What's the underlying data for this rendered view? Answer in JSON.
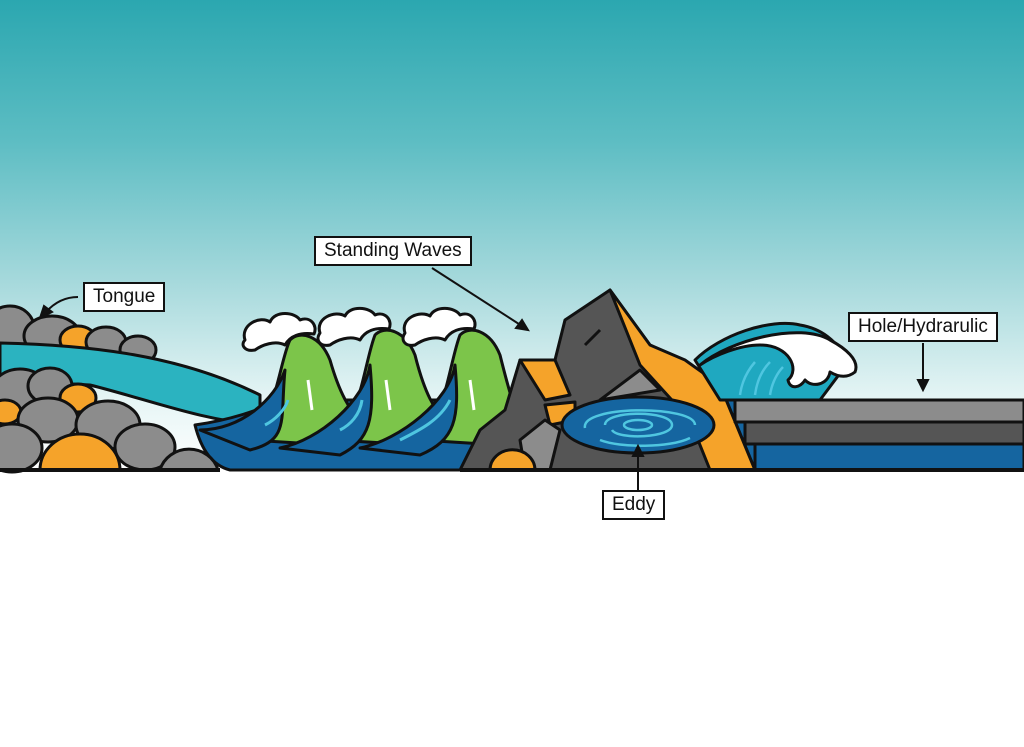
{
  "diagram": {
    "type": "river-features-illustration",
    "labels": {
      "tongue": "Tongue",
      "standing_waves": "Standing Waves",
      "hole": "Hole/Hydrarulic",
      "eddy": "Eddy"
    },
    "colors": {
      "sky_top": "#2ba7b0",
      "sky_bottom": "#ffffff",
      "tongue_water": "#2bb3c0",
      "deep_water": "#1565a0",
      "wave_green": "#7cc54a",
      "wave_light_green": "#b5e08a",
      "rock_gray": "#8c8c8c",
      "rock_dark": "#555555",
      "rock_orange": "#f5a32a",
      "foam": "#ffffff",
      "outline": "#111111"
    }
  }
}
